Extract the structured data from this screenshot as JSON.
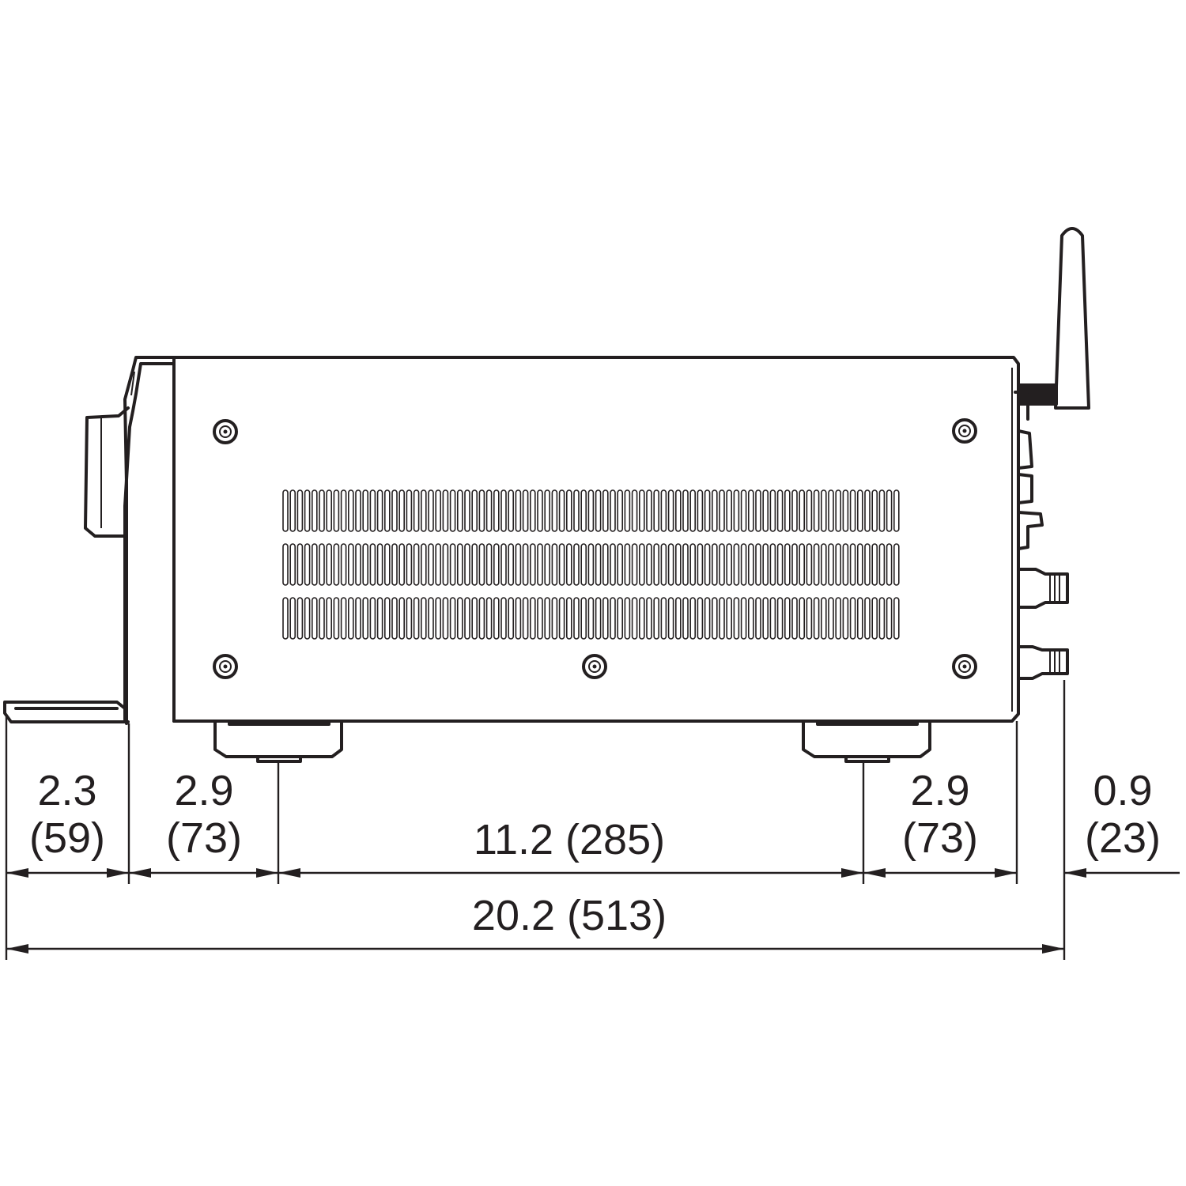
{
  "dimensions": [
    {
      "id": "front-panel-depth",
      "inches": "2.3",
      "mm": "(59)"
    },
    {
      "id": "front-to-foot",
      "inches": "2.9",
      "mm": "(73)"
    },
    {
      "id": "foot-span",
      "inches": "11.2",
      "mm": "(285)"
    },
    {
      "id": "foot-to-rear",
      "inches": "2.9",
      "mm": "(73)"
    },
    {
      "id": "rear-terminal-depth",
      "inches": "0.9",
      "mm": "(23)"
    },
    {
      "id": "overall-depth",
      "inches": "20.2",
      "mm": "(513)"
    }
  ],
  "foot_span_text": "11.2 (285)",
  "overall_text": "20.2 (513)",
  "colors": {
    "line": "#231f20",
    "background": "#ffffff"
  }
}
